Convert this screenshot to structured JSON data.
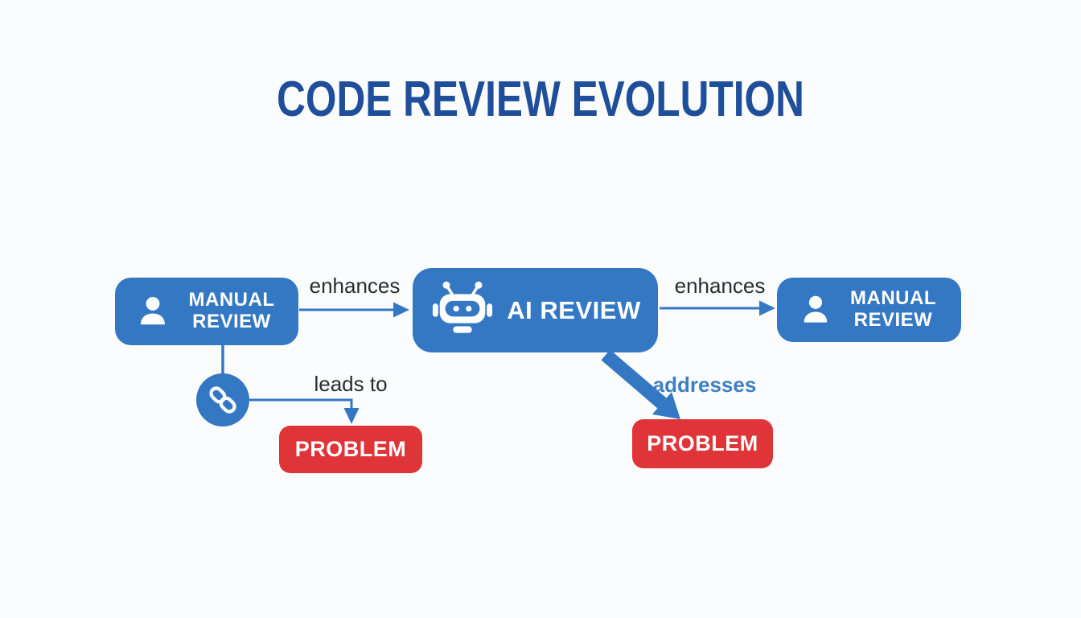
{
  "title": "CODE REVIEW EVOLUTION",
  "colors": {
    "node_blue": "#3478c4",
    "title_blue": "#1f4e9b",
    "problem_red": "#e03538",
    "edge_label_dark": "#2d2d2d",
    "edge_label_blue": "#3d7fc4",
    "background": "#fbfcfe"
  },
  "nodes": {
    "manual_review_left": {
      "label": "MANUAL REVIEW",
      "icon": "person-icon"
    },
    "ai_review": {
      "label": "AI REVIEW",
      "icon": "robot-icon"
    },
    "manual_review_right": {
      "label": "MANUAL REVIEW",
      "icon": "person-icon"
    },
    "problem_left": {
      "label": "PROBLEM"
    },
    "problem_right": {
      "label": "PROBLEM"
    },
    "link_connector": {
      "icon": "chain-link-icon"
    }
  },
  "edges": {
    "manual_to_ai": {
      "label": "enhances"
    },
    "ai_to_manual": {
      "label": "enhances"
    },
    "link_to_problem": {
      "label": "leads to"
    },
    "ai_to_problem": {
      "label": "addresses"
    }
  }
}
